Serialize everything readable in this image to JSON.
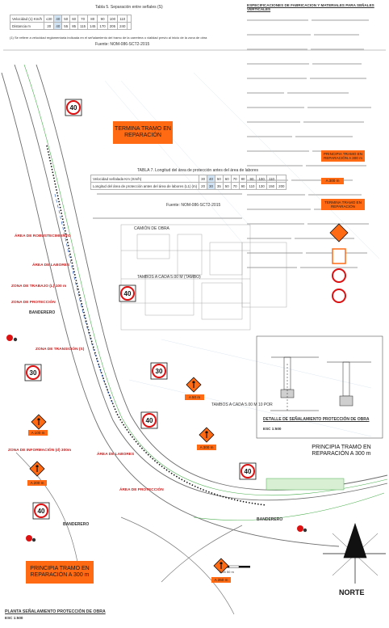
{
  "tables": {
    "t5": {
      "title": "Tabla 5. Separación entre señales (S)",
      "rows": [
        {
          "label": "Velocidad (1) Km/h",
          "values": [
            "≤30",
            "40",
            "50",
            "60",
            "70",
            "80",
            "90",
            "100",
            "110",
            ""
          ]
        },
        {
          "label": "Distancia m",
          "values": [
            "20",
            "40",
            "55",
            "85",
            "115",
            "145",
            "170",
            "205",
            "240",
            ""
          ]
        }
      ],
      "note": "(1) Se refiere a velocidad reglamentaria indicada en el señalamiento del tramo de la carretera o vialidad previo al inicio de la zona de obra",
      "source": "Fuente: NOM-086-SCT2-2015"
    },
    "t7": {
      "title": "TABLA 7. Longitud del área de protección antes del área de labores",
      "rows": [
        {
          "label": "Velocidad señalada Km (Km/h)",
          "values": [
            "30",
            "40",
            "50",
            "60",
            "70",
            "80",
            "90",
            "100",
            "110",
            ""
          ]
        },
        {
          "label": "Longitud del área de protección antes del área de labores (L1) (m)",
          "values": [
            "20",
            "30",
            "35",
            "50",
            "70",
            "90",
            "110",
            "130",
            "150",
            "200"
          ]
        }
      ],
      "source": "Fuente: NOM-086-SCT2-2015"
    }
  },
  "specs": {
    "title": "ESPECIFICACIONES DE FABRICACION Y MATERIALES PARA SEÑALES VERTICALES"
  },
  "signs": {
    "speed_40": "40",
    "speed_30": "30",
    "plate_50": "A 50 m",
    "plate_100": "A 100 m",
    "plate_200": "A 200 m",
    "plate_300": "A 300 m",
    "plate_350": "A 350 m"
  },
  "banners": {
    "termina": "TERMINA TRAMO EN REPARACIÓN",
    "principia_300": "PRINCIPIA TRAMO EN REPARACIÓN A 300 m"
  },
  "zones": {
    "robustecimiento": "ÁREA DE ROBUSTECIMIENTO",
    "longitudinal": "ÁREA DE LABORES",
    "trabajo": "ZONA DE TRABAJO (L) 100 m",
    "proteccion": "ZONA DE PROTECCIÓN",
    "transicion": "ZONA DE TRANSICIÓN (S)",
    "informacion": "ZONA DE INFORMACIÓN (d) 300m",
    "longitudinal2": "ÁREA DE LABORES",
    "proteccion2": "ÁREA DE PROTECCIÓN"
  },
  "labels": {
    "bandero": "BANDERERO",
    "tambos": "TAMBOS A CADA 5.00 M (TAMBO)",
    "tambos2": "TAMBOS A CADA 5.00 M 10 POR",
    "camion": "CAMIÓN DE OBRA"
  },
  "captions": {
    "detail": "DETALLE DE SEÑALAMIENTO PROTECCIÓN DE OBRA",
    "detail_scale": "ESC 1:500",
    "scale": "0    25    50 m",
    "north": "NORTE",
    "plan_title": "PLANTA SEÑALAMIENTO PROTECCIÓN DE OBRA",
    "plan_scale": "ESC 1:500"
  },
  "legend": [
    "PRINCIPIA TRAMO EN REPARACIÓN A 300 m",
    "A 300 m",
    "TERMINA TRAMO EN REPARACIÓN"
  ],
  "colors": {
    "sign_orange": "#ff6a13",
    "zone_red": "#c81d1d",
    "line_blue": "#1e56c8",
    "line_green": "#4caf50"
  }
}
